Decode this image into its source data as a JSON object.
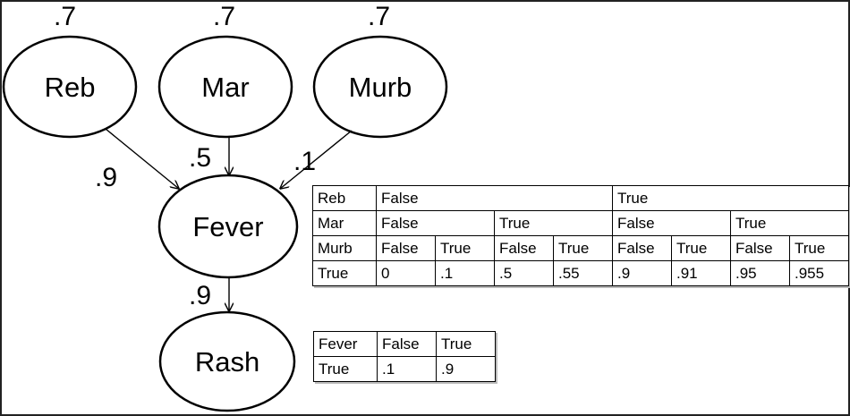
{
  "nodes": {
    "reb": {
      "label": "Reb",
      "prior": ".7"
    },
    "mar": {
      "label": "Mar",
      "prior": ".7"
    },
    "murb": {
      "label": "Murb",
      "prior": ".7"
    },
    "fever": {
      "label": "Fever"
    },
    "rash": {
      "label": "Rash"
    }
  },
  "edges": {
    "reb_fever": ".9",
    "mar_fever": ".5",
    "murb_fever": ".1",
    "fever_rash": ".9"
  },
  "fever_cpt": {
    "reb": {
      "label": "Reb",
      "false": "False",
      "true": "True"
    },
    "mar": {
      "label": "Mar",
      "values": [
        "False",
        "True",
        "False",
        "True"
      ]
    },
    "murb": {
      "label": "Murb",
      "values": [
        "False",
        "True",
        "False",
        "True",
        "False",
        "True",
        "False",
        "True"
      ]
    },
    "result": {
      "label": "True",
      "values": [
        "0",
        ".1",
        ".5",
        ".55",
        ".9",
        ".91",
        ".95",
        ".955"
      ]
    }
  },
  "rash_cpt": {
    "header": {
      "label": "Fever",
      "values": [
        "False",
        "True"
      ]
    },
    "result": {
      "label": "True",
      "values": [
        ".1",
        ".9"
      ]
    }
  }
}
